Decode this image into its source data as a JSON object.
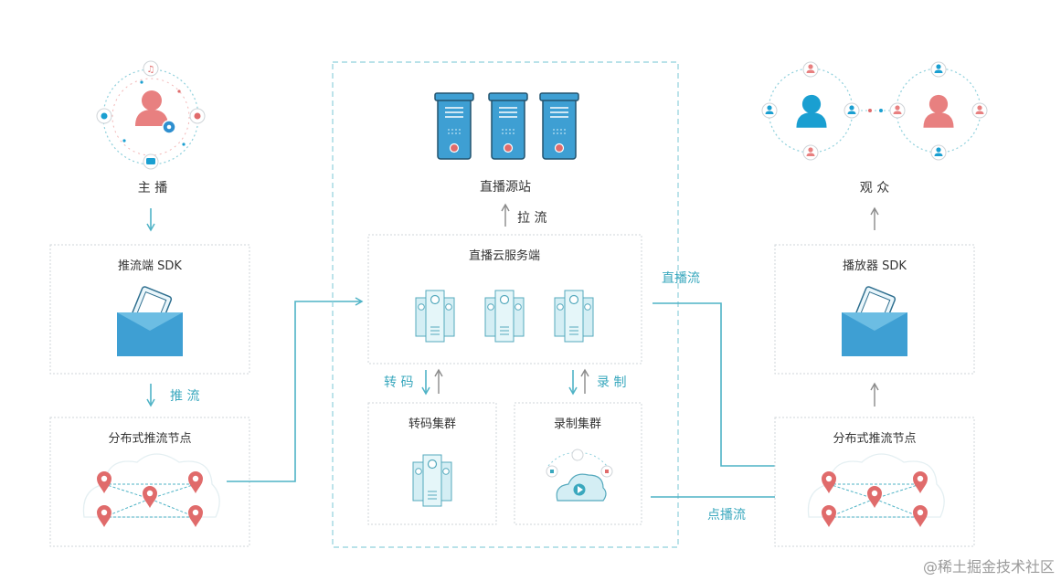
{
  "colors": {
    "accent": "#4fb3c6",
    "pin": "#e06b6b",
    "person_red": "#e88080",
    "person_blue": "#1a9fd1",
    "server_blue": "#3e9fd3"
  },
  "anchor": {
    "label": "主 播"
  },
  "push_sdk": {
    "title": "推流端 SDK"
  },
  "push_label": "推 流",
  "dist_node_left": {
    "title": "分布式推流节点"
  },
  "origin": {
    "label": "直播源站"
  },
  "pull_label": "拉 流",
  "cloud": {
    "title": "直播云服务端"
  },
  "transcode_label": "转 码",
  "record_label": "录 制",
  "transcode_cluster": {
    "title": "转码集群"
  },
  "record_cluster": {
    "title": "录制集群"
  },
  "live_stream_label": "直播流",
  "vod_label": "点播流",
  "audience": {
    "label": "观 众"
  },
  "player_sdk": {
    "title": "播放器 SDK"
  },
  "dist_node_right": {
    "title": "分布式推流节点"
  },
  "watermark": "@稀土掘金技术社区"
}
